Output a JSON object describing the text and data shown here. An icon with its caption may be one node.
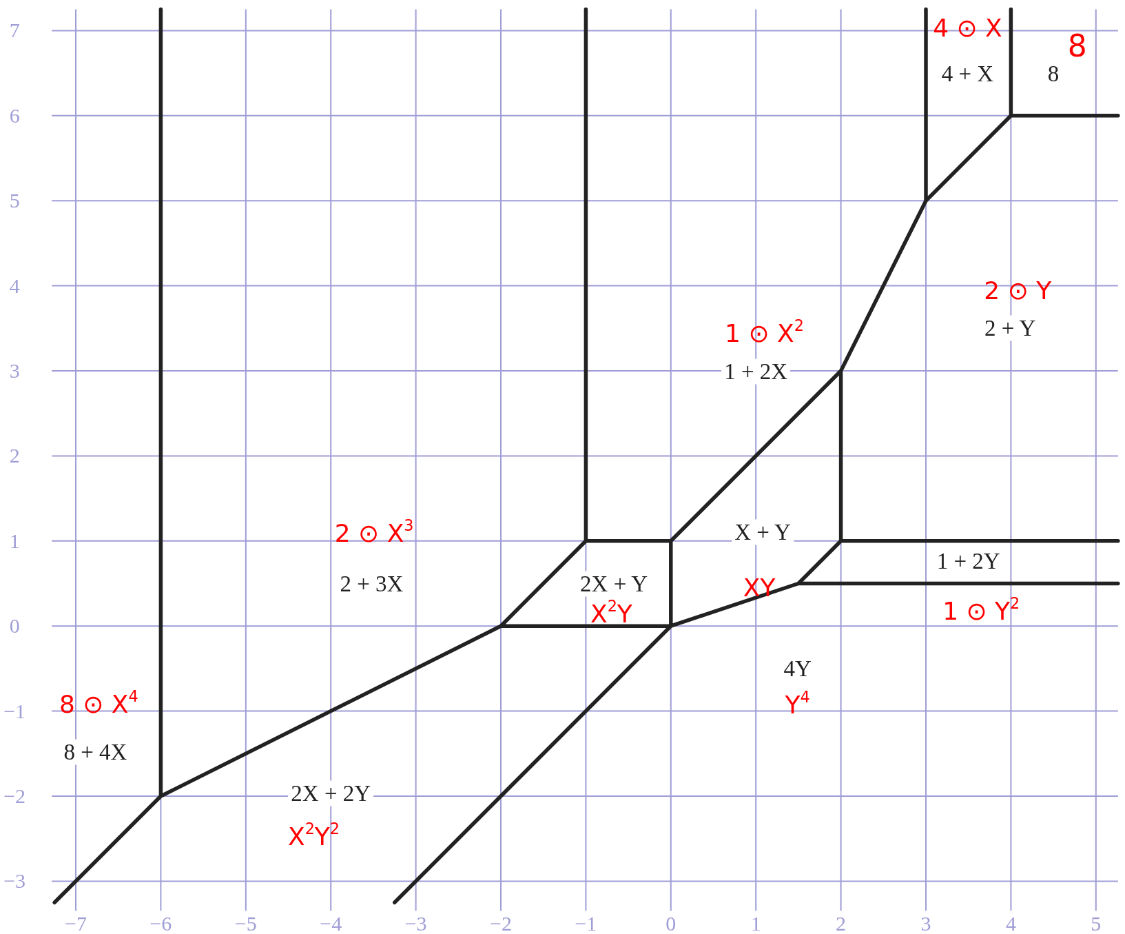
{
  "diagram": {
    "labels": [
      "4 ⊙ X",
      "4 + X",
      "8",
      "8",
      "2 ⊙ Y",
      "2 + Y",
      "1 ⊙ X$^{2}$",
      "1 + 2X",
      "2 ⊙ X$^{3}$",
      "X + Y",
      "1 + 2Y",
      "2 + 3X",
      "2X + Y",
      "XY",
      "X$^{2}$Y",
      "1 ⊙ Y$^{2}$",
      "4Y",
      "8 ⊙ X$^{4}$",
      "Y$^{4}$",
      "8 + 4X",
      "2X + 2Y",
      "X$^{2}$Y$^{2}$",
      "7",
      "6",
      "5",
      "4",
      "3",
      "2",
      "1",
      "0",
      "−1",
      "−2",
      "−3",
      "−7",
      "−6",
      "−5",
      "−4",
      "−3",
      "−2",
      "−1",
      "0",
      "1",
      "2",
      "3",
      "4",
      "5"
    ]
  }
}
